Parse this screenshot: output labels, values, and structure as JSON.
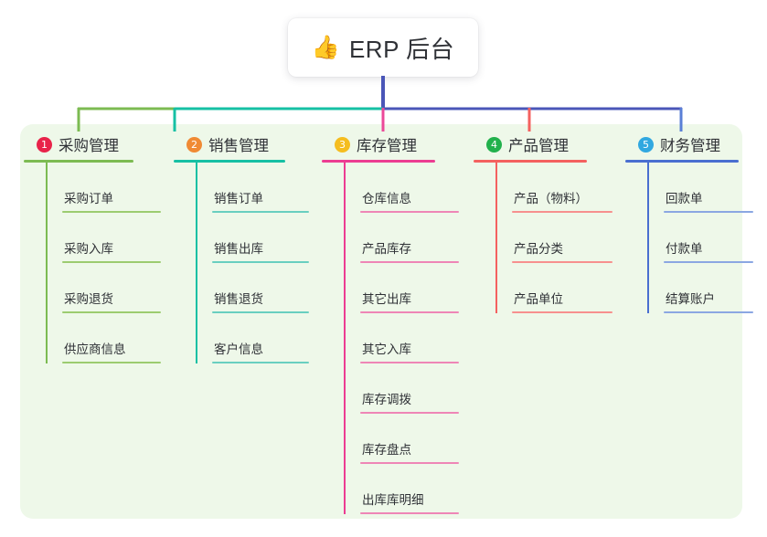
{
  "root": {
    "icon": "thumbs-up-icon",
    "icon_glyph": "👍",
    "title": "ERP 后台"
  },
  "panel": {
    "background_color": "#eef8e9"
  },
  "connectors": {
    "stem_color": "#4a56b8",
    "bar_segment_colors": [
      "#7cbb52",
      "#16c0a4",
      "#4a56b8",
      "#4a56b8"
    ],
    "drop_colors": [
      "#7cbb52",
      "#16c0a4",
      "#ec4899",
      "#f4615f",
      "#5a7fd6"
    ]
  },
  "columns": [
    {
      "index": "1",
      "title": "采购管理",
      "badge_color": "#e8234a",
      "line_color": "#7cbb52",
      "leaf_rule_color": "#9ccc70",
      "items": [
        {
          "label": "采购订单"
        },
        {
          "label": "采购入库"
        },
        {
          "label": "采购退货"
        },
        {
          "label": "供应商信息"
        }
      ]
    },
    {
      "index": "2",
      "title": "销售管理",
      "badge_color": "#f08a34",
      "line_color": "#16c0a4",
      "leaf_rule_color": "#69cfc0",
      "items": [
        {
          "label": "销售订单"
        },
        {
          "label": "销售出库"
        },
        {
          "label": "销售退货"
        },
        {
          "label": "客户信息"
        }
      ]
    },
    {
      "index": "3",
      "title": "库存管理",
      "badge_color": "#f5bd1f",
      "line_color": "#ec3d92",
      "leaf_rule_color": "#ee86b6",
      "items": [
        {
          "label": "仓库信息"
        },
        {
          "label": "产品库存"
        },
        {
          "label": "其它出库"
        },
        {
          "label": "其它入库"
        },
        {
          "label": "库存调拨"
        },
        {
          "label": "库存盘点"
        },
        {
          "label": "出库库明细"
        }
      ]
    },
    {
      "index": "4",
      "title": "产品管理",
      "badge_color": "#22b14c",
      "line_color": "#f4615f",
      "leaf_rule_color": "#f7908e",
      "items": [
        {
          "label": "产品（物料）"
        },
        {
          "label": "产品分类"
        },
        {
          "label": "产品单位"
        }
      ]
    },
    {
      "index": "5",
      "title": "财务管理",
      "badge_color": "#31a8e0",
      "line_color": "#4a6fd0",
      "leaf_rule_color": "#8ba7e2",
      "items": [
        {
          "label": "回款单"
        },
        {
          "label": "付款单"
        },
        {
          "label": "结算账户"
        }
      ]
    }
  ]
}
